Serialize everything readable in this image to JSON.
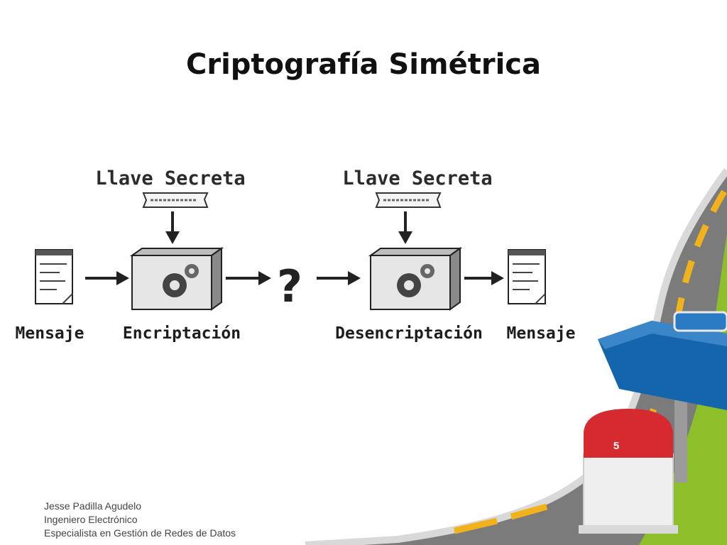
{
  "title": "Criptografía Simétrica",
  "diagram": {
    "key_label_left": "Llave Secreta",
    "key_label_right": "Llave Secreta",
    "message_left": "Mensaje",
    "encryption": "Encriptación",
    "unknown_channel": "?",
    "decryption": "Desencriptación",
    "message_right": "Mensaje"
  },
  "milestone": {
    "number": "5"
  },
  "footer": {
    "line1": "Jesse Padilla Agudelo",
    "line2": "Ingeniero Electrónico",
    "line3": "Especialista en Gestión de Redes  de Datos"
  },
  "colors": {
    "road": "#7a7a7a",
    "road_edge": "#dcdcdc",
    "lane_marking": "#f2b21b",
    "grass": "#8cbf2a",
    "sign_blue": "#1a6fb8",
    "milestone_red": "#d7262e",
    "milestone_white": "#f3f3f3"
  }
}
